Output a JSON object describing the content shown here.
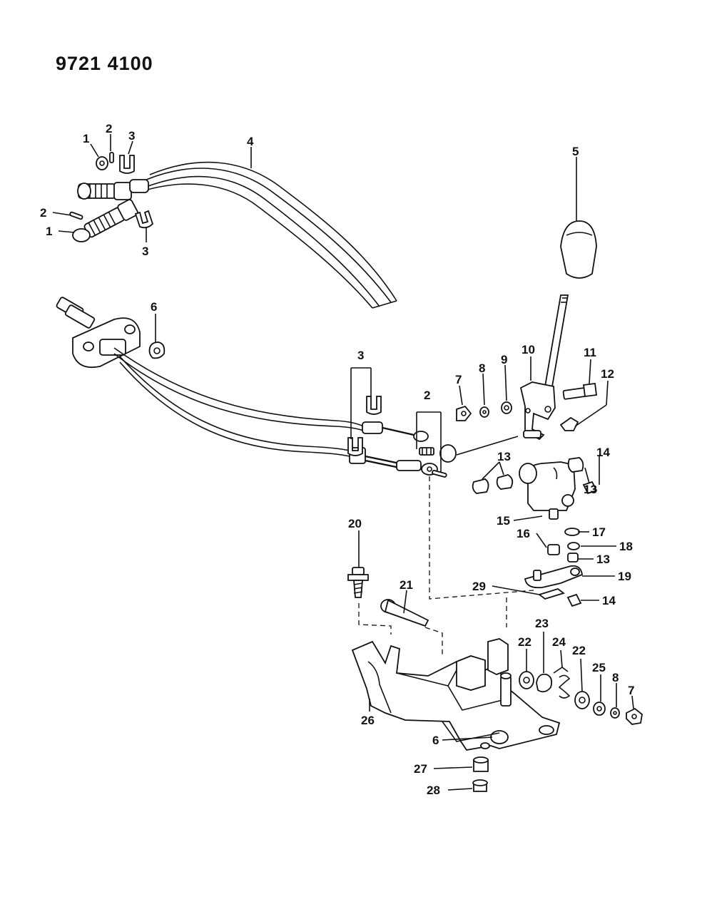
{
  "document": {
    "number": "9721 4100"
  },
  "callouts": {
    "c1a": "1",
    "c1b": "1",
    "c2a": "2",
    "c2b": "2",
    "c2c": "2",
    "c3a": "3",
    "c3b": "3",
    "c3c": "3",
    "c4": "4",
    "c5": "5",
    "c6a": "6",
    "c6b": "6",
    "c7a": "7",
    "c7b": "7",
    "c8a": "8",
    "c8b": "8",
    "c9": "9",
    "c10": "10",
    "c11": "11",
    "c12": "12",
    "c13a": "13",
    "c13b": "13",
    "c13c": "13",
    "c14a": "14",
    "c14b": "14",
    "c15": "15",
    "c16": "16",
    "c17": "17",
    "c18": "18",
    "c19": "19",
    "c20": "20",
    "c21": "21",
    "c22a": "22",
    "c22b": "22",
    "c23": "23",
    "c24": "24",
    "c25": "25",
    "c26": "26",
    "c27": "27",
    "c28": "28",
    "c29": "29"
  }
}
